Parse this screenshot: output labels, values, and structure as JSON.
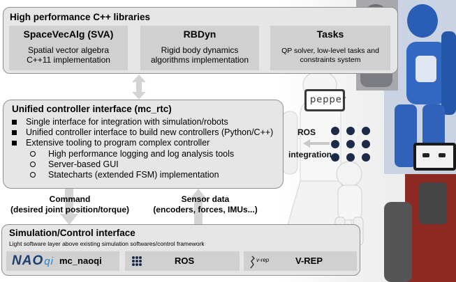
{
  "top_panel": {
    "title": "High performance C++ libraries",
    "libraries": [
      {
        "name": "SpaceVecAlg (SVA)",
        "desc_line1": "Spatial vector algebra",
        "desc_line2": "C++11 implementation"
      },
      {
        "name": "RBDyn",
        "desc_line1": "Rigid body dynamics",
        "desc_line2": "algorithms implementation"
      },
      {
        "name": "Tasks",
        "desc_line1": "QP solver, low-level tasks and",
        "desc_line2": "constraints system"
      }
    ]
  },
  "mid_panel": {
    "title": "Unified controller interface (mc_rtc)",
    "bullets": [
      "Single interface for integration with simulation/robots",
      "Unified controller interface to build new controllers (Python/C++)",
      "Extensive tooling to program complex controller"
    ],
    "sub_bullets": [
      "High performance logging and log analysis tools",
      "Server-based GUI",
      "Statecharts (extended FSM) implementation"
    ]
  },
  "arrows": {
    "command_line1": "Command",
    "command_line2": "(desired joint position/torque)",
    "sensor_line1": "Sensor data",
    "sensor_line2": "(encoders, forces, IMUs...)"
  },
  "bottom_panel": {
    "title": "Simulation/Control interface",
    "subtitle": "Light software layer above existing simulation softwares/control framework",
    "boxes": [
      {
        "logo_main": "NAO",
        "logo_suffix": "qi",
        "label": "mc_naoqi"
      },
      {
        "label": "ROS"
      },
      {
        "logo_text": "v-rep",
        "label": "V-REP"
      }
    ]
  },
  "side": {
    "ros_label": "ROS",
    "integration_label": "integration",
    "pepper_screen": "pepper"
  },
  "colors": {
    "panel": "#e6e6e6",
    "box": "#d0d0d0",
    "arrow": "#d4d4d4",
    "nao_dark": "#1b3e6e",
    "nao_light": "#2a86c9",
    "ros_dots": "#1c2a4a"
  }
}
